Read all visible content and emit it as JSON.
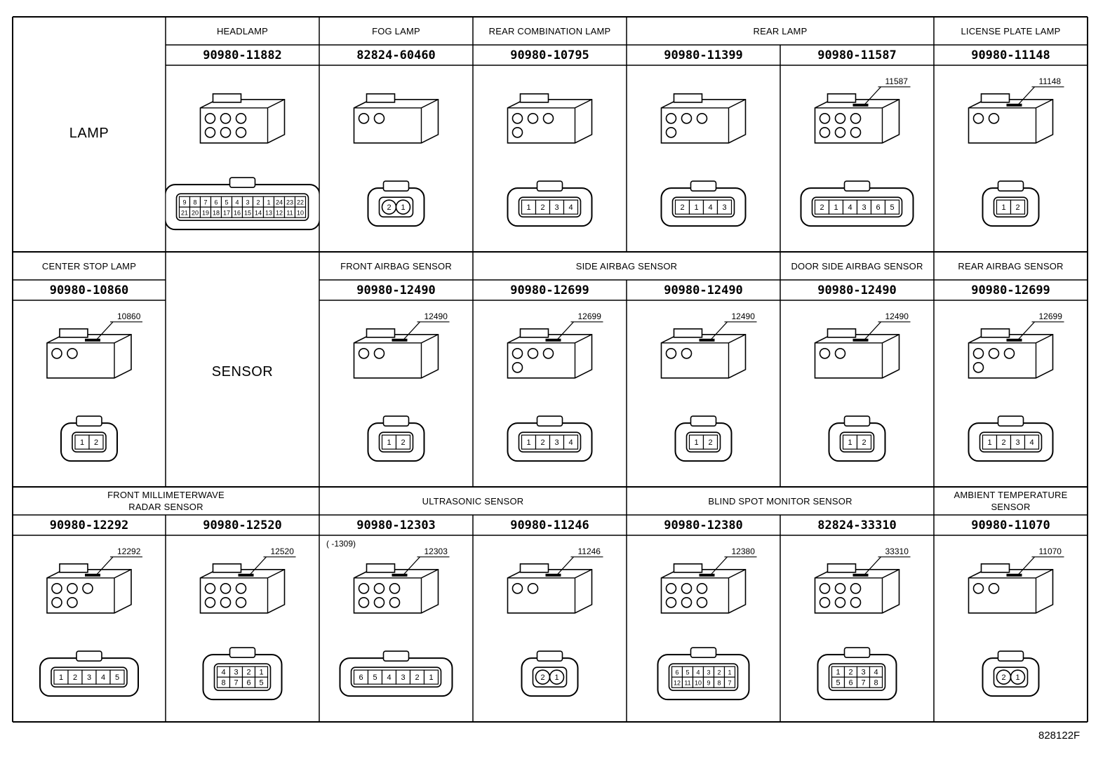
{
  "groups": {
    "lamp": "LAMP",
    "sensor": "SENSOR"
  },
  "rows": [
    {
      "row": 1,
      "cells": [
        {
          "category": "HEADLAMP",
          "part": "90980-11882",
          "icon": "headlamp-connector-icon",
          "pins": [
            "9",
            "8",
            "7",
            "6",
            "5",
            "4",
            "3",
            "2",
            "1",
            "24",
            "23",
            "22",
            "21",
            "20",
            "19",
            "18",
            "17",
            "16",
            "15",
            "14",
            "13",
            "12",
            "11",
            "10"
          ]
        },
        {
          "category": "FOG LAMP",
          "part": "82824-60460",
          "icon": "fog-lamp-connector-icon",
          "pins": [
            "2",
            "1"
          ]
        },
        {
          "category": "REAR COMBINATION LAMP",
          "part": "90980-10795",
          "icon": "rear-combination-lamp-connector-icon",
          "pins": [
            "1",
            "2",
            "3",
            "4"
          ]
        },
        {
          "category": "REAR LAMP",
          "part": "90980-11399",
          "icon": "rear-lamp-connector-icon",
          "pins": [
            "2",
            "1",
            "4",
            "3"
          ]
        },
        {
          "category": "",
          "part": "90980-11587",
          "callout": "11587",
          "icon": "rear-lamp-connector-icon",
          "pins": [
            "2",
            "1",
            "4",
            "3",
            "6",
            "5"
          ]
        },
        {
          "category": "LICENSE PLATE LAMP",
          "part": "90980-11148",
          "callout": "11148",
          "icon": "license-plate-lamp-connector-icon",
          "pins": [
            "1",
            "2"
          ]
        }
      ]
    },
    {
      "row": 2,
      "cells": [
        {
          "category": "CENTER STOP LAMP",
          "part": "90980-10860",
          "callout": "10860",
          "icon": "center-stop-lamp-connector-icon",
          "pins": [
            "1",
            "2"
          ]
        },
        {
          "category": "FRONT AIRBAG SENSOR",
          "part": "90980-12490",
          "callout": "12490",
          "icon": "airbag-sensor-connector-icon",
          "pins": [
            "1",
            "2"
          ]
        },
        {
          "category": "SIDE AIRBAG SENSOR",
          "part": "90980-12699",
          "callout": "12699",
          "icon": "airbag-sensor-connector-icon",
          "pins": [
            "1",
            "2",
            "3",
            "4"
          ]
        },
        {
          "category": "",
          "part": "90980-12490",
          "callout": "12490",
          "icon": "airbag-sensor-connector-icon",
          "pins": [
            "1",
            "2"
          ]
        },
        {
          "category": "DOOR SIDE AIRBAG SENSOR",
          "part": "90980-12490",
          "callout": "12490",
          "icon": "airbag-sensor-connector-icon",
          "pins": [
            "1",
            "2"
          ]
        },
        {
          "category": "REAR AIRBAG SENSOR",
          "part": "90980-12699",
          "callout": "12699",
          "icon": "airbag-sensor-connector-icon",
          "pins": [
            "1",
            "2",
            "3",
            "4"
          ]
        }
      ]
    },
    {
      "row": 3,
      "cells": [
        {
          "category": "FRONT MILLIMETERWAVE\nRADAR SENSOR",
          "part": "90980-12292",
          "callout": "12292",
          "icon": "radar-sensor-connector-icon",
          "pins": [
            "1",
            "2",
            "3",
            "4",
            "5"
          ]
        },
        {
          "category": "",
          "part": "90980-12520",
          "callout": "12520",
          "icon": "radar-sensor-connector-icon",
          "pins": [
            "4",
            "3",
            "2",
            "1",
            "8",
            "7",
            "6",
            "5"
          ]
        },
        {
          "category": "ULTRASONIC SENSOR",
          "part": "90980-12303",
          "callout": "12303",
          "note": "(      -1309)",
          "icon": "ultrasonic-sensor-connector-icon",
          "pins": [
            "6",
            "5",
            "4",
            "3",
            "2",
            "1"
          ]
        },
        {
          "category": "",
          "part": "90980-11246",
          "callout": "11246",
          "icon": "ultrasonic-sensor-connector-icon",
          "pins": [
            "2",
            "1"
          ]
        },
        {
          "category": "BLIND SPOT MONITOR SENSOR",
          "part": "90980-12380",
          "callout": "12380",
          "icon": "blind-spot-sensor-connector-icon",
          "pins": [
            "6",
            "5",
            "4",
            "3",
            "2",
            "1",
            "12",
            "11",
            "10",
            "9",
            "8",
            "7"
          ]
        },
        {
          "category": "",
          "part": "82824-33310",
          "callout": "33310",
          "icon": "blind-spot-sensor-connector-icon",
          "pins": [
            "1",
            "2",
            "3",
            "4",
            "5",
            "6",
            "7",
            "8"
          ]
        },
        {
          "category": "AMBIENT TEMPERATURE\nSENSOR",
          "part": "90980-11070",
          "callout": "11070",
          "icon": "temperature-sensor-connector-icon",
          "pins": [
            "2",
            "1"
          ]
        }
      ]
    }
  ],
  "figure_id": "828122F"
}
